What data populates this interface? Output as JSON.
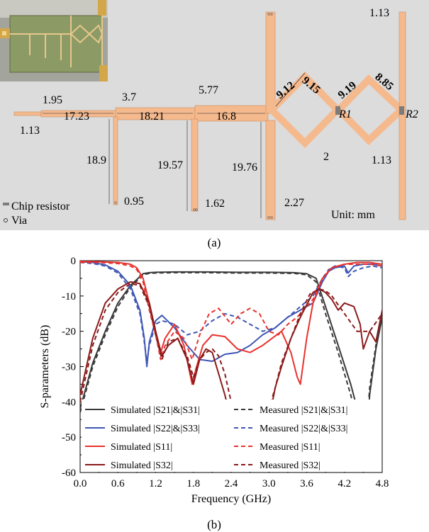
{
  "layout": {
    "caption": "(a)",
    "unit_label": "Unit: mm",
    "legend": {
      "chip": "Chip resistor",
      "via": "Via"
    },
    "resistors": [
      "R1",
      "R2"
    ],
    "dims": [
      "1.95",
      "17.23",
      "1.13",
      "3.7",
      "18.21",
      "5.77",
      "16.8",
      "18.9",
      "0.95",
      "19.57",
      "1.62",
      "19.76",
      "2.27",
      "9.12",
      "9.15",
      "9.19",
      "8.85",
      "2",
      "1.13",
      "1.13"
    ]
  },
  "chart_caption": "(b)",
  "chart_data": {
    "type": "line",
    "xlabel": "Frequency (GHz)",
    "ylabel": "S-parameters (dB)",
    "xlim": [
      0.0,
      4.8
    ],
    "ylim": [
      -60,
      0
    ],
    "xticks": [
      "0.0",
      "0.6",
      "1.2",
      "1.8",
      "2.4",
      "3.0",
      "3.6",
      "4.2",
      "4.8"
    ],
    "yticks": [
      "0",
      "-10",
      "-20",
      "-30",
      "-40",
      "-50",
      "-60"
    ],
    "legend_position": "bottom-center",
    "series": [
      {
        "name": "Simulated |S21|&|S31|",
        "color": "#3a3a3a",
        "dash": "solid",
        "x": [
          0.0,
          0.2,
          0.4,
          0.6,
          0.8,
          1.0,
          1.1,
          1.2,
          1.5,
          2.0,
          2.5,
          3.0,
          3.4,
          3.6,
          3.75,
          3.9,
          4.1,
          4.3,
          4.45,
          4.52,
          4.6,
          4.7,
          4.8
        ],
        "y": [
          -42,
          -29,
          -20,
          -12,
          -7,
          -3.7,
          -3.4,
          -3.3,
          -3.2,
          -3.2,
          -3.3,
          -3.3,
          -3.4,
          -3.7,
          -5,
          -13,
          -24,
          -35,
          -45,
          -58,
          -38,
          -25,
          -16
        ]
      },
      {
        "name": "Measured |S21|&|S31|",
        "color": "#3a3a3a",
        "dash": "dash",
        "x": [
          0.0,
          0.2,
          0.4,
          0.6,
          0.8,
          1.0,
          1.1,
          1.2,
          1.5,
          2.0,
          2.5,
          3.0,
          3.4,
          3.6,
          3.75,
          3.9,
          4.1,
          4.3,
          4.45,
          4.52,
          4.6,
          4.7,
          4.8
        ],
        "y": [
          -43,
          -30,
          -21,
          -13,
          -7.5,
          -4,
          -3.6,
          -3.5,
          -3.4,
          -3.4,
          -3.5,
          -3.5,
          -3.6,
          -4,
          -6,
          -15,
          -26,
          -38,
          -48,
          -56,
          -36,
          -24,
          -15
        ]
      },
      {
        "name": "Simulated |S22|&|S33|",
        "color": "#3f57b5",
        "dash": "solid",
        "x": [
          0.0,
          0.2,
          0.4,
          0.6,
          0.8,
          0.95,
          1.02,
          1.06,
          1.1,
          1.2,
          1.3,
          1.5,
          1.7,
          1.9,
          2.1,
          2.3,
          2.5,
          2.7,
          2.9,
          3.1,
          3.3,
          3.5,
          3.7,
          3.85,
          3.95,
          4.05,
          4.2,
          4.26,
          4.35,
          4.5,
          4.65,
          4.8
        ],
        "y": [
          -0.3,
          -0.5,
          -1.2,
          -3,
          -7,
          -14,
          -22,
          -30,
          -23,
          -17,
          -15.5,
          -19,
          -24,
          -28,
          -28.5,
          -26.5,
          -26,
          -24,
          -21,
          -19,
          -16,
          -14,
          -12,
          -6,
          -3,
          -2,
          -1.5,
          -3.5,
          -1.5,
          -1,
          -1,
          -1.5
        ]
      },
      {
        "name": "Measured |S22|&|S33|",
        "color": "#3f57b5",
        "dash": "dash",
        "x": [
          0.0,
          0.2,
          0.4,
          0.6,
          0.8,
          0.95,
          1.02,
          1.06,
          1.1,
          1.2,
          1.3,
          1.5,
          1.7,
          1.9,
          2.1,
          2.3,
          2.5,
          2.7,
          2.9,
          3.1,
          3.3,
          3.5,
          3.7,
          3.85,
          3.95,
          4.05,
          4.2,
          4.26,
          4.35,
          4.5,
          4.65,
          4.8
        ],
        "y": [
          -0.5,
          -0.8,
          -1.5,
          -3.5,
          -8,
          -15,
          -23,
          -29,
          -24,
          -18,
          -17,
          -18,
          -21,
          -20,
          -17,
          -15,
          -16,
          -18,
          -20,
          -19,
          -16,
          -13,
          -10,
          -5,
          -2.5,
          -1.5,
          -2,
          -4.5,
          -3,
          -2,
          -1.5,
          -2
        ]
      },
      {
        "name": "Simulated |S11|",
        "color": "#e8322d",
        "dash": "solid",
        "x": [
          0.0,
          0.3,
          0.6,
          0.8,
          0.9,
          1.0,
          1.1,
          1.2,
          1.28,
          1.35,
          1.5,
          1.65,
          1.78,
          1.85,
          1.95,
          2.1,
          2.3,
          2.5,
          2.7,
          2.9,
          3.05,
          3.2,
          3.35,
          3.45,
          3.5,
          3.6,
          3.7,
          3.85,
          4.0,
          4.2,
          4.4,
          4.6,
          4.8
        ],
        "y": [
          -0.2,
          -0.3,
          -0.5,
          -1,
          -2,
          -5,
          -12,
          -20,
          -26,
          -22,
          -18,
          -24,
          -35,
          -30,
          -24,
          -21,
          -21.5,
          -25,
          -26,
          -24,
          -22,
          -20,
          -26,
          -33,
          -35,
          -22,
          -12,
          -5,
          -2,
          -1,
          -0.5,
          -0.5,
          -1
        ]
      },
      {
        "name": "Measured |S11|",
        "color": "#e8322d",
        "dash": "dash",
        "x": [
          0.0,
          0.3,
          0.6,
          0.8,
          0.9,
          1.0,
          1.1,
          1.2,
          1.28,
          1.35,
          1.5,
          1.65,
          1.78,
          1.9,
          2.05,
          2.2,
          2.4,
          2.55,
          2.7,
          2.85,
          3.0,
          3.15,
          3.3,
          3.45,
          3.55,
          3.7,
          3.85,
          4.0,
          4.2,
          4.4,
          4.6,
          4.8
        ],
        "y": [
          -0.5,
          -0.5,
          -0.8,
          -1.5,
          -2.5,
          -6,
          -14,
          -21,
          -28,
          -24,
          -20,
          -22,
          -28,
          -21,
          -15,
          -13.5,
          -18,
          -15,
          -13.5,
          -15,
          -20,
          -21,
          -18,
          -16,
          -14,
          -11,
          -5,
          -2,
          -1,
          -1,
          -1,
          -1.5
        ]
      },
      {
        "name": "Simulated |S32|",
        "color": "#8b1a1a",
        "dash": "solid",
        "x": [
          0.0,
          0.2,
          0.4,
          0.6,
          0.8,
          0.95,
          1.1,
          1.2,
          1.3,
          1.4,
          1.55,
          1.7,
          1.8,
          1.9,
          2.0,
          2.1,
          2.2,
          2.3,
          2.4,
          2.6,
          2.8,
          3.0,
          3.1,
          3.2,
          3.35,
          3.5,
          3.7,
          3.8,
          3.9,
          4.0,
          4.1,
          4.2,
          4.35,
          4.45,
          4.5,
          4.6,
          4.7,
          4.8
        ],
        "y": [
          -38,
          -22,
          -12,
          -8,
          -6,
          -6.5,
          -12,
          -20,
          -27,
          -24,
          -22,
          -28,
          -35,
          -28,
          -25,
          -26,
          -32,
          -38,
          -45,
          -58,
          -52,
          -45,
          -36,
          -30,
          -22,
          -16,
          -9,
          -8,
          -9,
          -11,
          -14,
          -12,
          -13,
          -18,
          -25,
          -20,
          -23,
          -14
        ]
      },
      {
        "name": "Measured |S32|",
        "color": "#8b1a1a",
        "dash": "dash",
        "x": [
          0.0,
          0.2,
          0.4,
          0.6,
          0.8,
          0.95,
          1.1,
          1.2,
          1.3,
          1.4,
          1.55,
          1.7,
          1.8,
          1.9,
          2.0,
          2.1,
          2.2,
          2.3,
          2.4,
          2.6,
          2.8,
          3.0,
          3.1,
          3.2,
          3.35,
          3.5,
          3.65,
          3.8,
          3.9,
          4.0,
          4.2,
          4.4,
          4.6,
          4.8
        ],
        "y": [
          -40,
          -24,
          -14,
          -9,
          -6.5,
          -7,
          -13,
          -21,
          -28,
          -23,
          -22,
          -27,
          -33,
          -28,
          -26,
          -25,
          -27,
          -32,
          -40,
          -55,
          -50,
          -42,
          -36,
          -29,
          -22,
          -15,
          -9.5,
          -8,
          -8.5,
          -10,
          -15,
          -20,
          -20,
          -15
        ]
      }
    ]
  }
}
